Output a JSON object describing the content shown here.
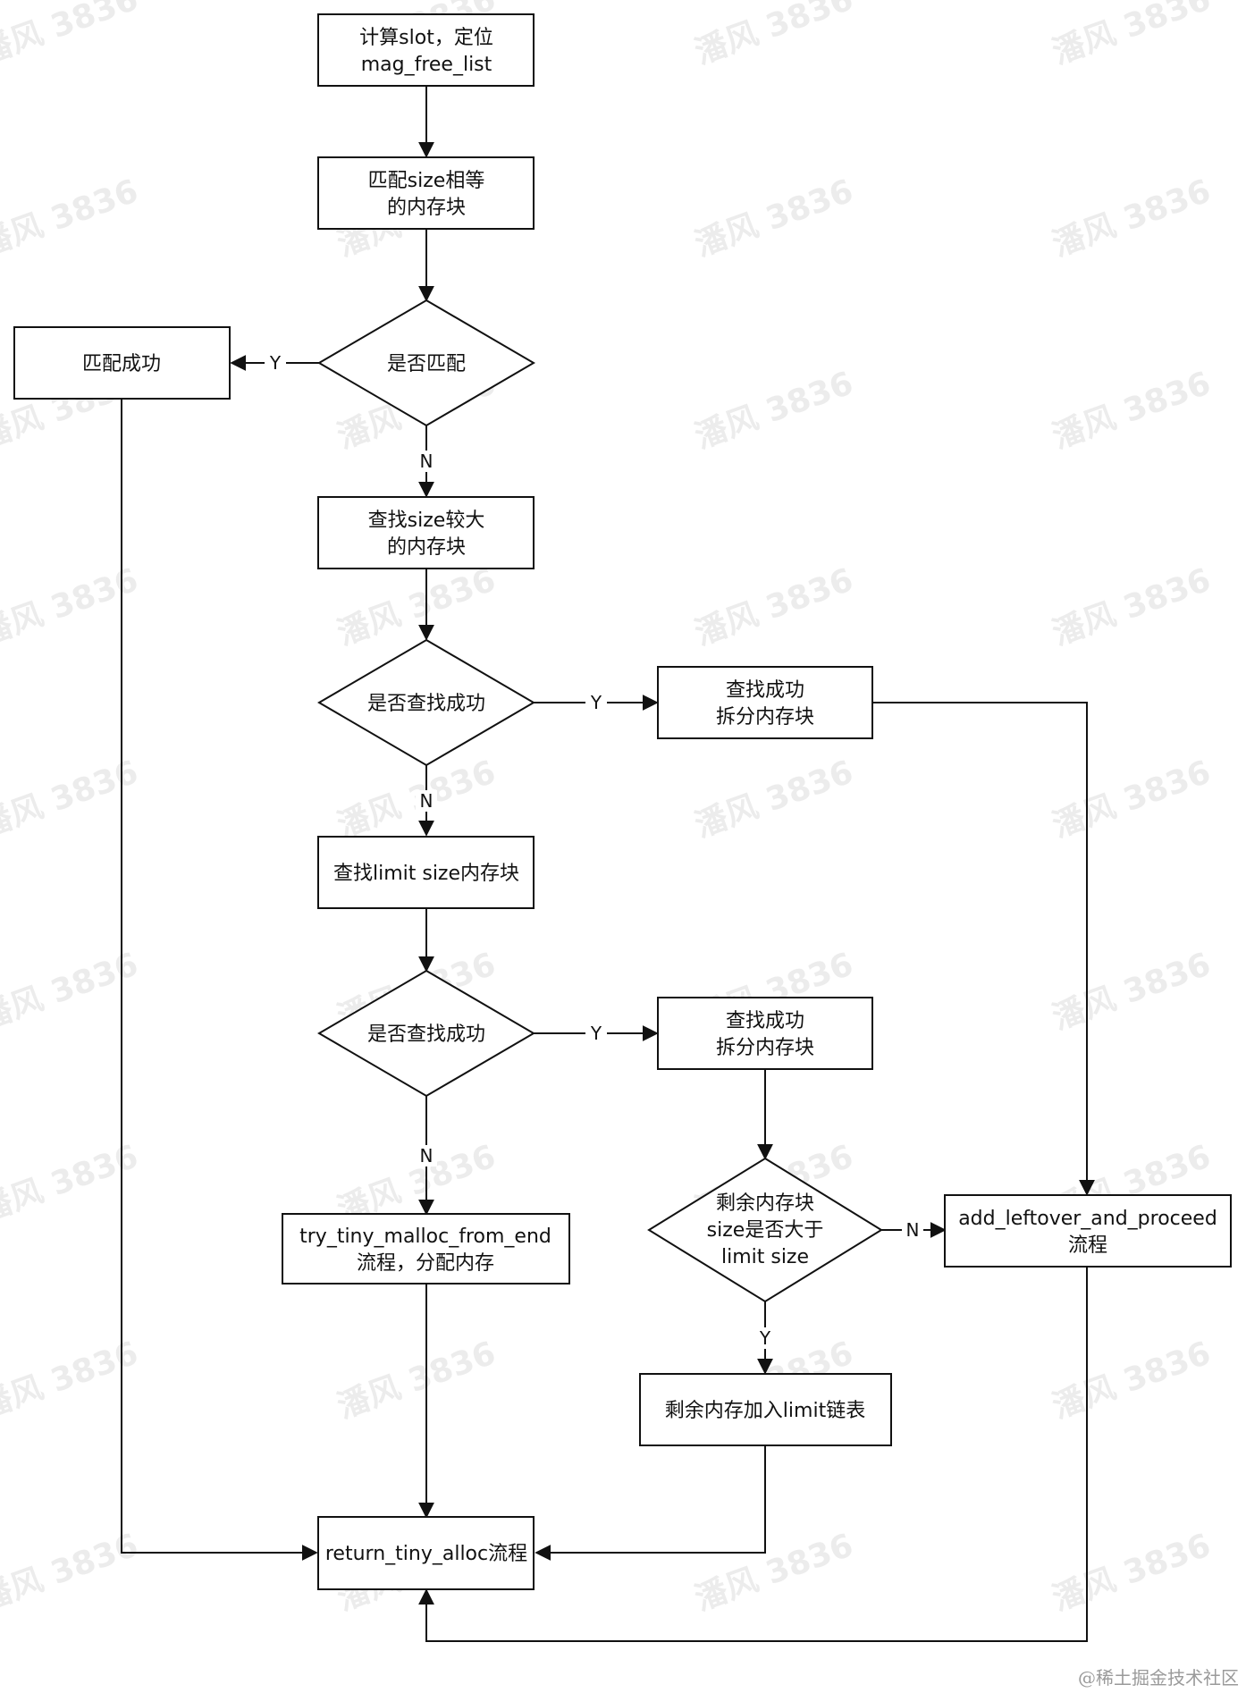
{
  "nodes": {
    "calc_slot": {
      "lines": [
        "计算slot，定位",
        "mag_free_list"
      ]
    },
    "match_equal": {
      "lines": [
        "匹配size相等",
        "的内存块"
      ]
    },
    "is_match": {
      "lines": [
        "是否匹配"
      ]
    },
    "match_success": {
      "lines": [
        "匹配成功"
      ]
    },
    "find_larger": {
      "lines": [
        "查找size较大",
        "的内存块"
      ]
    },
    "find_larger_ok": {
      "lines": [
        "是否查找成功"
      ]
    },
    "split_1": {
      "lines": [
        "查找成功",
        "拆分内存块"
      ]
    },
    "find_limit": {
      "lines": [
        "查找limit size内存块"
      ]
    },
    "find_limit_ok": {
      "lines": [
        "是否查找成功"
      ]
    },
    "split_2": {
      "lines": [
        "查找成功",
        "拆分内存块"
      ]
    },
    "remaining_check": {
      "lines": [
        "剩余内存块",
        "size是否大于",
        "limit size"
      ]
    },
    "add_leftover": {
      "lines": [
        "add_leftover_and_proceed",
        "流程"
      ]
    },
    "try_from_end": {
      "lines": [
        "try_tiny_malloc_from_end",
        "流程，分配内存"
      ]
    },
    "add_to_limit": {
      "lines": [
        "剩余内存加入limit链表"
      ]
    },
    "return_tiny": {
      "lines": [
        "return_tiny_alloc流程"
      ]
    }
  },
  "edge_labels": {
    "is_match_yes": "Y",
    "is_match_no": "N",
    "find_larger_yes": "Y",
    "find_larger_no": "N",
    "find_limit_yes": "Y",
    "find_limit_no": "N",
    "remaining_no": "N",
    "remaining_yes": "Y"
  },
  "watermark": "潘风 3836",
  "footer": "@稀土掘金技术社区",
  "colors": {
    "stroke": "#111111",
    "background": "#ffffff",
    "watermark": "#bdbdbd"
  }
}
